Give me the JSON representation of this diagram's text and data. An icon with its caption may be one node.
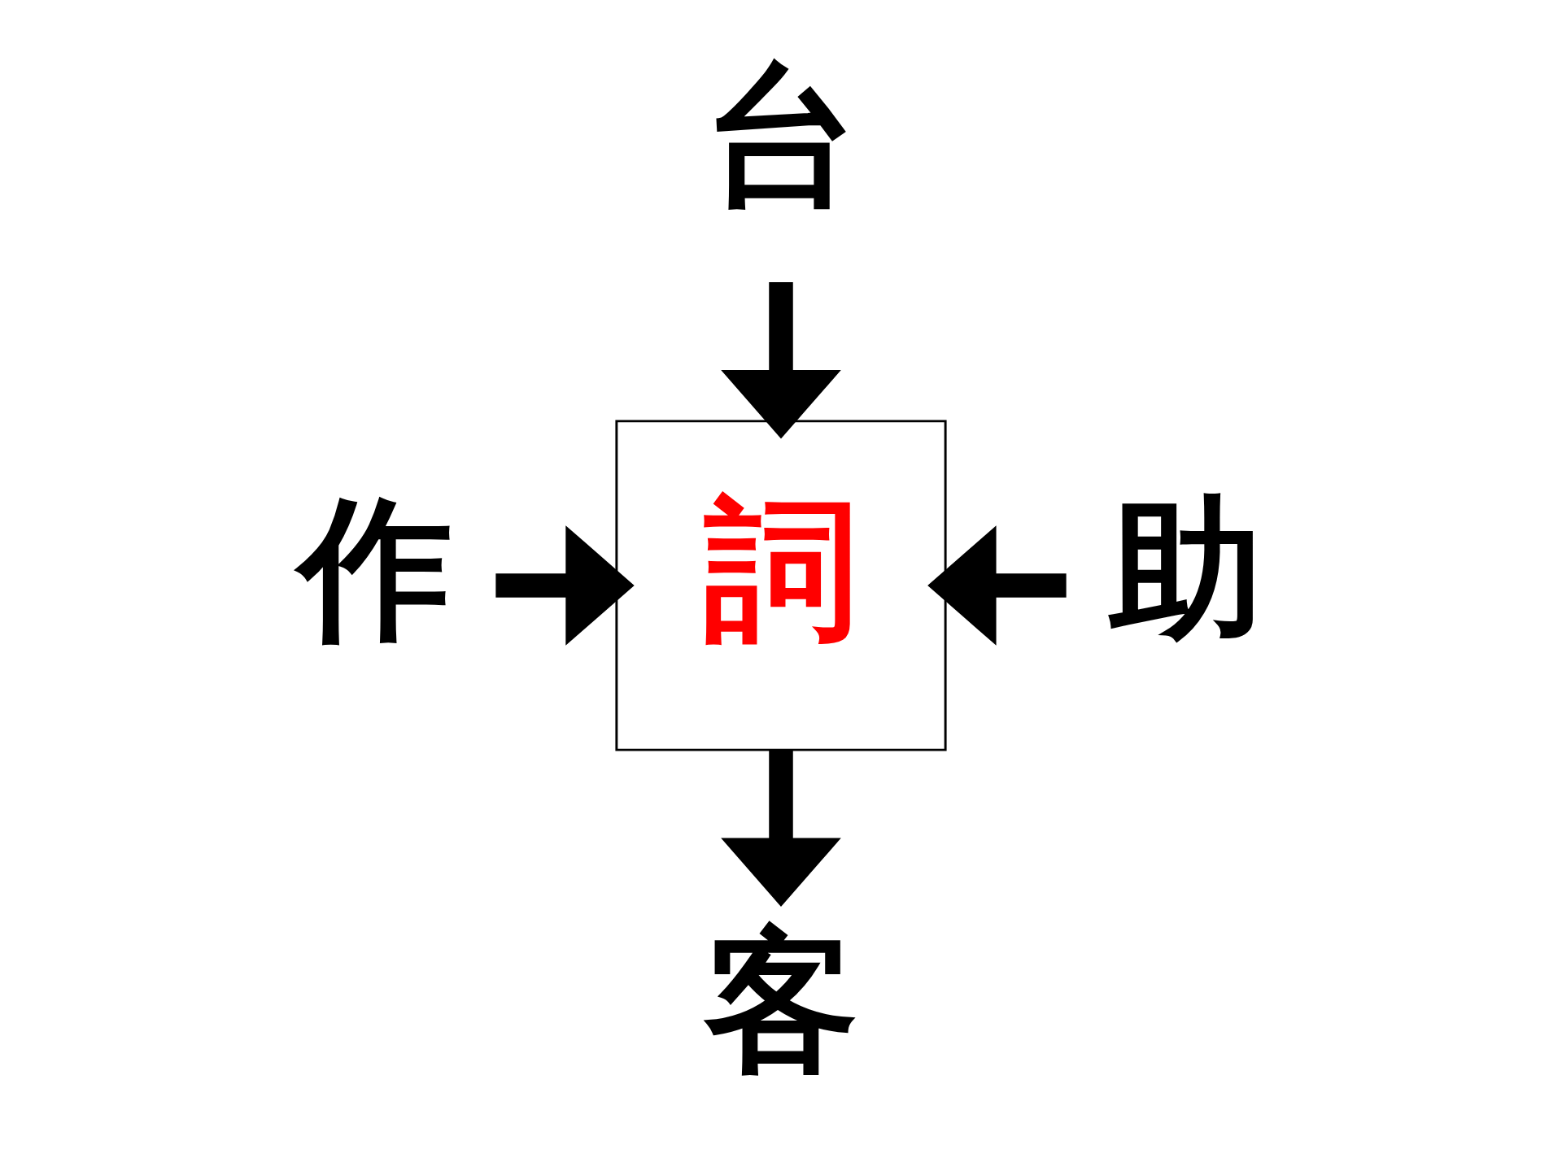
{
  "diagram": {
    "nodes": [
      {
        "text": [
          "台"
        ]
      },
      {
        "text": [
          "作"
        ]
      },
      {
        "text": [
          "詞"
        ]
      },
      {
        "text": [
          "助"
        ]
      },
      {
        "text": [
          "客"
        ]
      }
    ],
    "edges": [
      {
        "from": 0,
        "to": 2,
        "arrow": "to"
      },
      {
        "from": 1,
        "to": 2,
        "arrow": "to"
      },
      {
        "from": 3,
        "to": 2,
        "arrow": "to"
      },
      {
        "from": 2,
        "to": 4,
        "arrow": "to"
      }
    ]
  }
}
